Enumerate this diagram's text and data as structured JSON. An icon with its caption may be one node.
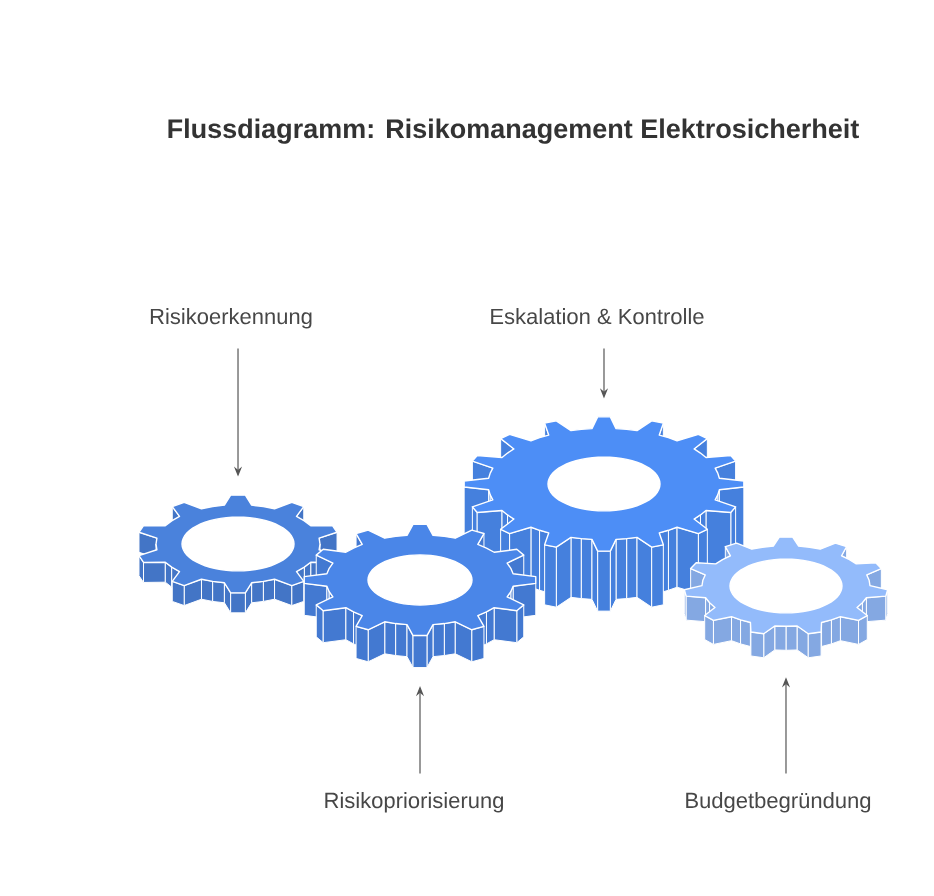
{
  "diagram": {
    "title": "Flussdiagramm: Risikomanagement Elektrosicherheit",
    "nodes": [
      {
        "text": [
          "Risikoerkennung"
        ]
      },
      {
        "text": [
          "Eskalation & Kontrolle"
        ]
      },
      {
        "text": [
          "Risikopriorisierung"
        ]
      },
      {
        "text": [
          "Budgetbegründung"
        ]
      },
      {
        "text": [],
        "shape": "gear"
      },
      {
        "text": [],
        "shape": "gear"
      },
      {
        "text": [],
        "shape": "gear"
      },
      {
        "text": [],
        "shape": "gear"
      }
    ],
    "edges": [
      {
        "from": 0,
        "to": 4,
        "arrow": "to"
      },
      {
        "from": 1,
        "to": 5,
        "arrow": "to"
      },
      {
        "from": 2,
        "to": 6,
        "arrow": "to"
      },
      {
        "from": 3,
        "to": 7,
        "arrow": "to"
      }
    ]
  }
}
